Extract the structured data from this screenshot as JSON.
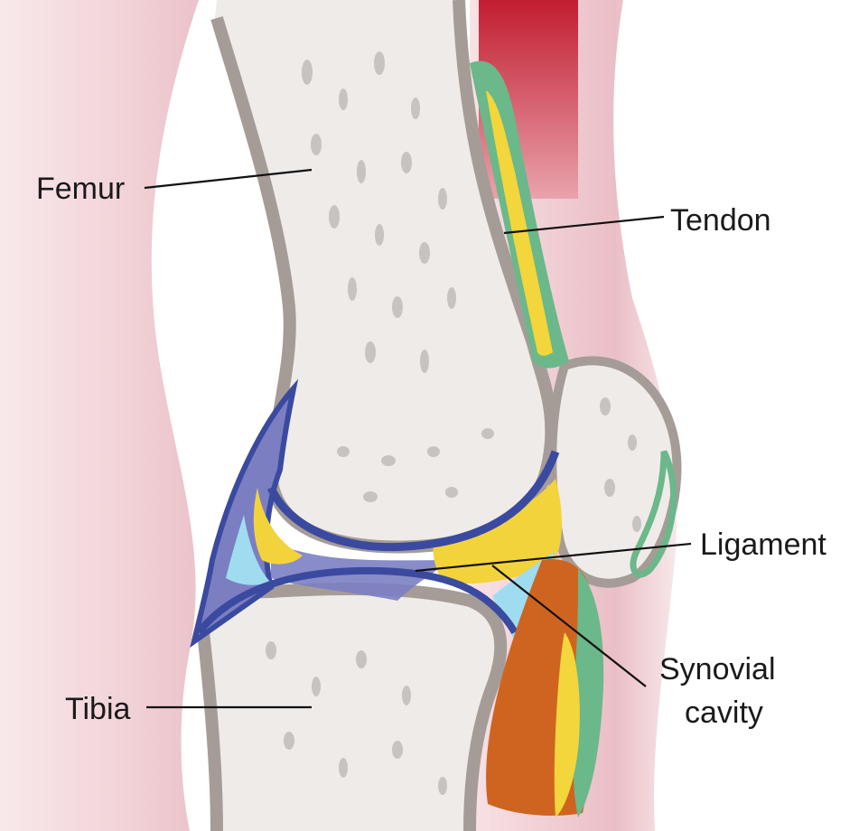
{
  "labels": {
    "femur": "Femur",
    "tendon": "Tendon",
    "ligament": "Ligament",
    "synovial_line1": "Synovial",
    "synovial_line2": "cavity",
    "tibia": "Tibia"
  },
  "colors": {
    "skin": "#f1d4d8",
    "skin_edge": "#dfa9b1",
    "muscle": "#c8283a",
    "bone": "#efebe8",
    "bone_outline": "#a59c97",
    "capsule": "#3a4aa0",
    "ligament": "#7b7fc2",
    "synovial_fluid": "#f3d33c",
    "tendon_green": "#6bb88a",
    "tendon_yellow": "#f2d63b",
    "fat_pad": "#cf6420",
    "cyan_fluid": "#9fdcf0"
  }
}
